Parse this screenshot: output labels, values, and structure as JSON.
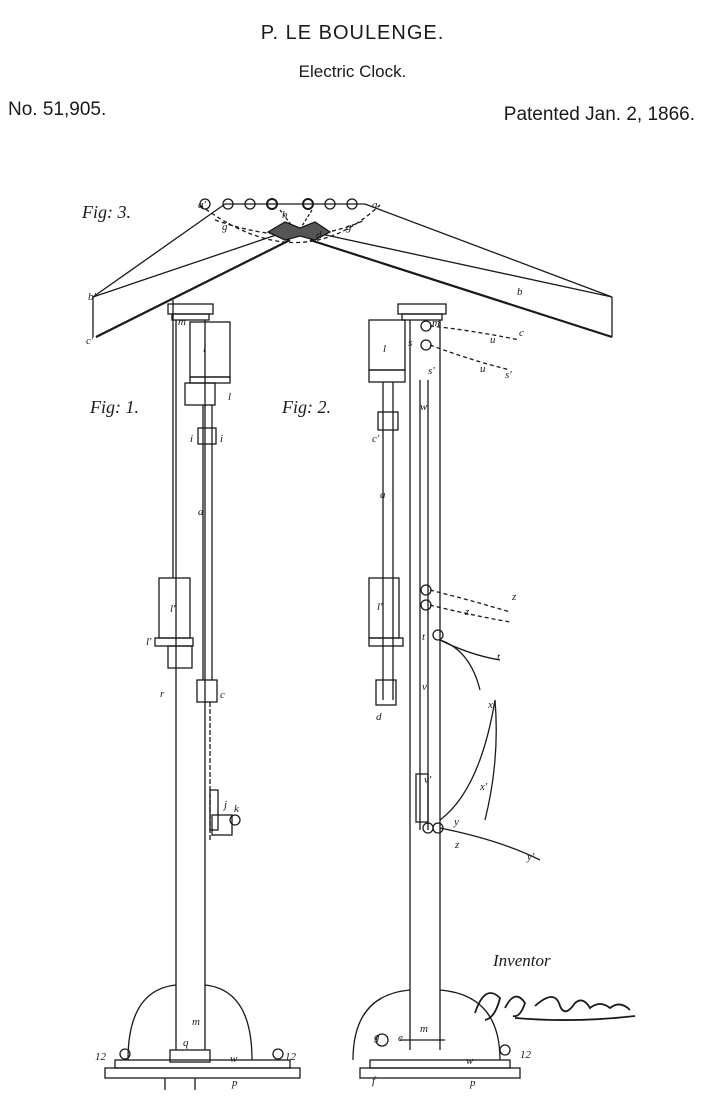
{
  "header": {
    "inventor": "P. LE BOULENGE.",
    "title": "Electric Clock.",
    "patent_number": "No. 51,905.",
    "patent_date": "Patented Jan. 2, 1866."
  },
  "figures": {
    "fig3": "Fig: 3.",
    "fig1": "Fig: 1.",
    "fig2": "Fig: 2."
  },
  "reference_letters": {
    "a": "a",
    "a_prime": "a'",
    "b": "b",
    "b_prime": "b'",
    "c": "c",
    "c_prime": "c'",
    "d": "d",
    "g": "g",
    "g_prime": "g'",
    "h": "h",
    "i": "i",
    "l": "l",
    "l_prime": "l'",
    "m": "m",
    "s": "s",
    "s_prime": "s'",
    "t": "t",
    "u": "u",
    "v": "v",
    "v_prime": "v'",
    "w": "w",
    "x": "x",
    "x_prime": "x'",
    "y": "y",
    "y_prime": "y'",
    "z": "z",
    "k": "k",
    "j": "j",
    "p": "p",
    "q": "q",
    "r": "r",
    "e": "e",
    "f": "f",
    "n12": "12"
  },
  "inventor_caption": "Inventor",
  "colors": {
    "ink": "#1a1a1a",
    "paper": "#ffffff"
  }
}
